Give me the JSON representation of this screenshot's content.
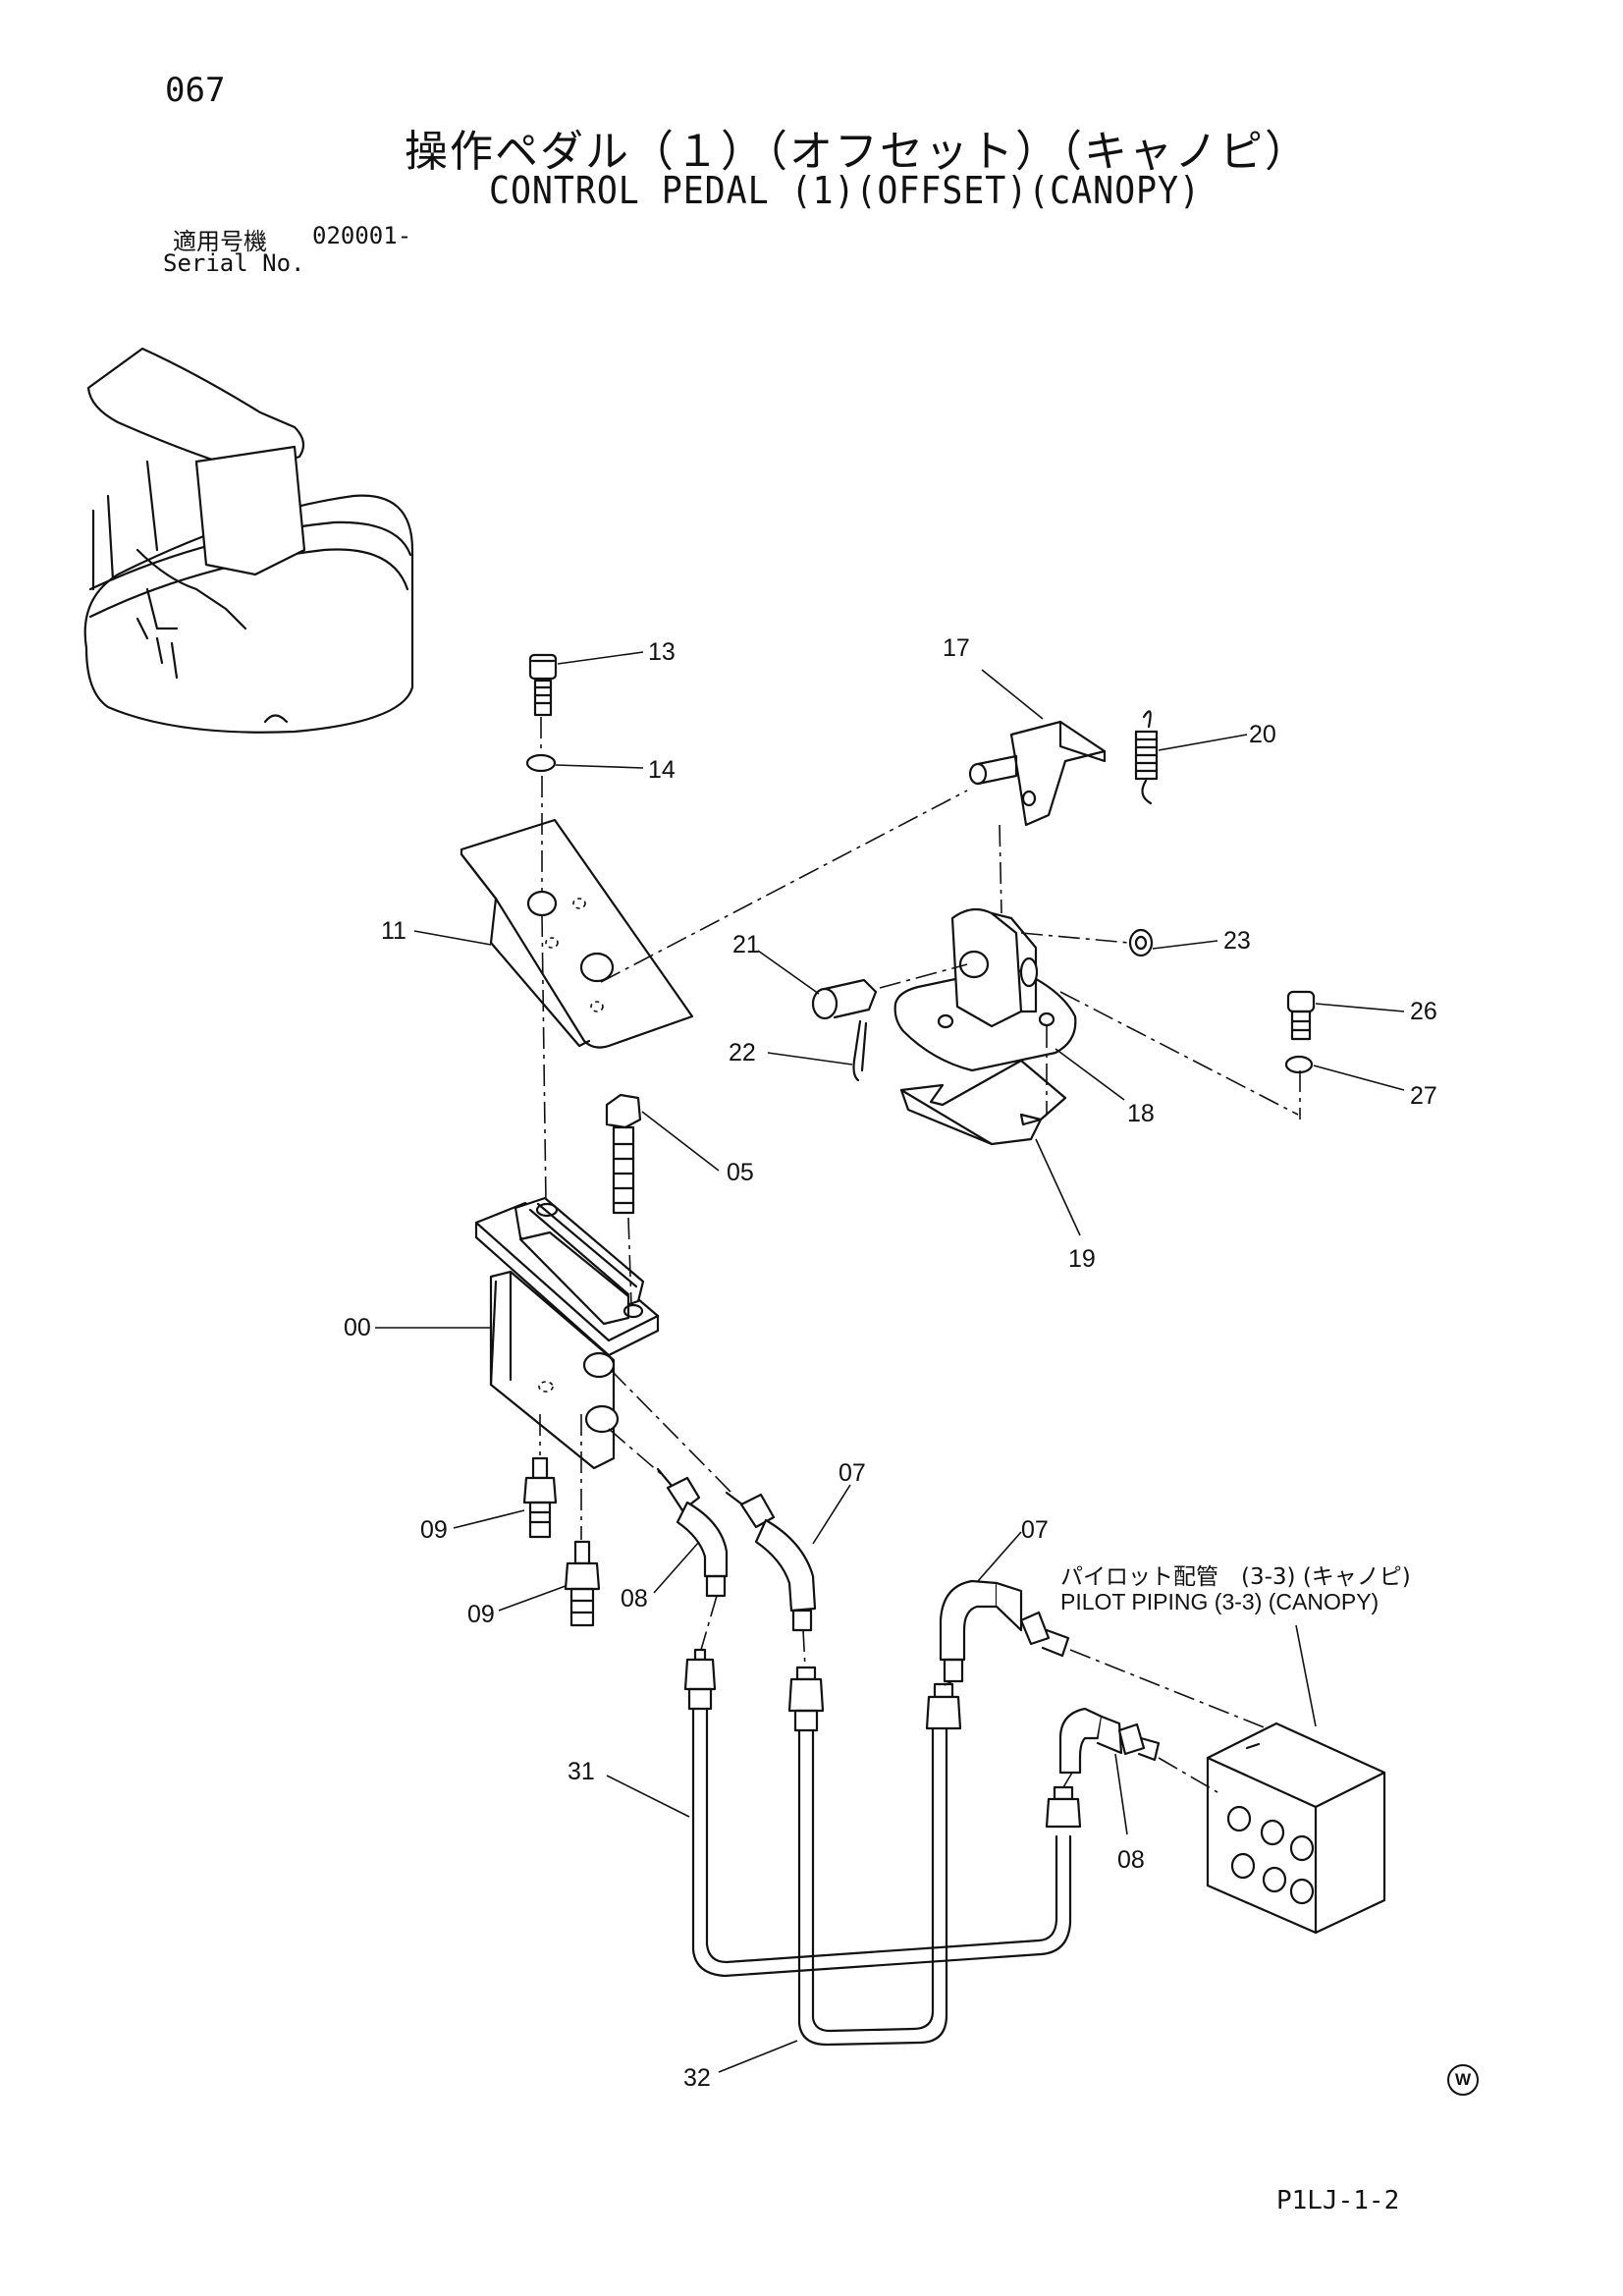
{
  "page_number": "067",
  "title_jp": "操作ペダル（１）（オフセット）（キャノピ）",
  "title_en": "CONTROL PEDAL (1)(OFFSET)(CANOPY)",
  "serial": {
    "label_jp": "適用号機",
    "value": "020001-",
    "label_en": "Serial No."
  },
  "reference": {
    "jp": "パイロット配管　(3-3) (キャノピ)",
    "en": "PILOT PIPING (3-3) (CANOPY)"
  },
  "watermark": "W",
  "footer_code": "P1LJ-1-2",
  "parts": [
    {
      "id": "p13",
      "label": "13"
    },
    {
      "id": "p14",
      "label": "14"
    },
    {
      "id": "p11",
      "label": "11"
    },
    {
      "id": "p17",
      "label": "17"
    },
    {
      "id": "p20",
      "label": "20"
    },
    {
      "id": "p21",
      "label": "21"
    },
    {
      "id": "p22",
      "label": "22"
    },
    {
      "id": "p23",
      "label": "23"
    },
    {
      "id": "p18",
      "label": "18"
    },
    {
      "id": "p26",
      "label": "26"
    },
    {
      "id": "p27",
      "label": "27"
    },
    {
      "id": "p19",
      "label": "19"
    },
    {
      "id": "p05",
      "label": "05"
    },
    {
      "id": "p00",
      "label": "00"
    },
    {
      "id": "p07a",
      "label": "07"
    },
    {
      "id": "p07b",
      "label": "07"
    },
    {
      "id": "p09a",
      "label": "09"
    },
    {
      "id": "p09b",
      "label": "09"
    },
    {
      "id": "p08a",
      "label": "08"
    },
    {
      "id": "p08b",
      "label": "08"
    },
    {
      "id": "p31",
      "label": "31"
    },
    {
      "id": "p32",
      "label": "32"
    }
  ]
}
